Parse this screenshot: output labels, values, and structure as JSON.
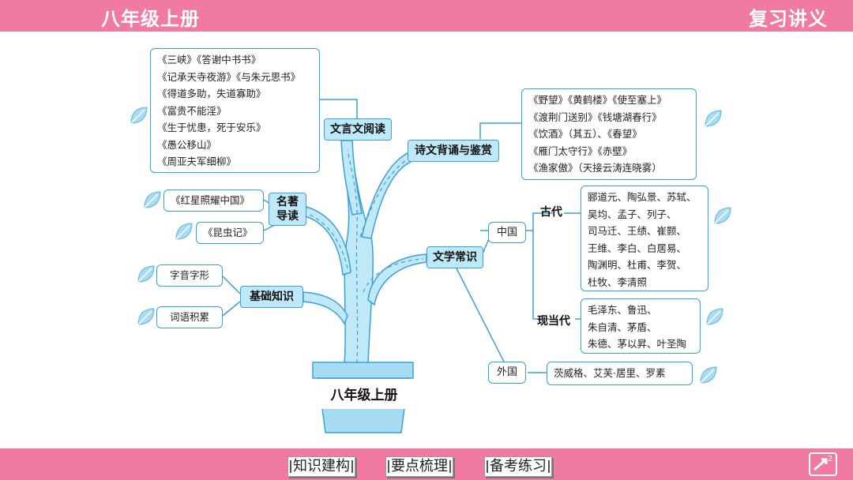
{
  "header": {
    "title_left": "八年级上册",
    "title_right": "复习讲义"
  },
  "footer": {
    "nav": [
      "知识建构",
      "要点梳理",
      "备考练习"
    ],
    "page": "2"
  },
  "root": "八年级上册",
  "branches": {
    "wenyan": {
      "label": "文言文阅读",
      "items": [
        "《三峡》《答谢中书书》",
        "《记承天寺夜游》《与朱元思书》",
        "《得道多助，失道寡助》",
        "《富贵不能淫》",
        "《生于忧患，死于安乐》",
        "《愚公移山》",
        "《周亚夫军细柳》"
      ]
    },
    "shiwen": {
      "label": "诗文背诵与鉴赏",
      "items": [
        "《野望》《黄鹤楼》《使至塞上》",
        "《渡荆门送别》《钱塘湖春行》",
        "《饮酒》（其五）、《春望》",
        "《雁门太守行》《赤壁》",
        "《渔家傲》（天接云涛连晓雾）"
      ]
    },
    "mingzhu": {
      "label": "名著导读",
      "items": [
        "《红星照耀中国》",
        "《昆虫记》"
      ]
    },
    "jichu": {
      "label": "基础知识",
      "items": [
        "字音字形",
        "词语积累"
      ]
    },
    "wenxue": {
      "label": "文学常识",
      "china": {
        "label": "中国",
        "gudai": {
          "label": "古代",
          "items": [
            "郦道元、陶弘景、苏轼、",
            "吴均、孟子、列子、",
            "司马迁、王绩、崔颢、",
            "王维、李白、白居易、",
            "陶渊明、杜甫、李贺、",
            "杜牧、李清照"
          ]
        },
        "xiandangdai": {
          "label": "现当代",
          "items": [
            "毛泽东、鲁迅、",
            "朱自清、茅盾、",
            "朱德、茅以昇、叶圣陶"
          ]
        }
      },
      "foreign": {
        "label": "外国",
        "items": [
          "茨威格、艾芙·居里、罗素"
        ]
      }
    }
  },
  "colors": {
    "pink": "#f07aa0",
    "node_fill": "#bfe8f8",
    "border": "#3aa0d8",
    "leaf": "#a8dcf2"
  }
}
